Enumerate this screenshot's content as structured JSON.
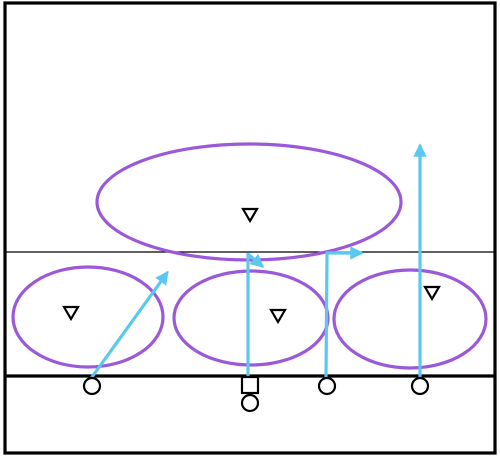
{
  "colors": {
    "zone_outline": "#9b59d9",
    "route": "#5bc8f0",
    "field_line": "#000000",
    "background": "#ffffff"
  },
  "diagram": {
    "kind": "football-play-diagram",
    "defense_zones": [
      {
        "id": "deep-middle",
        "has_defender": true
      },
      {
        "id": "flat-left",
        "has_defender": true
      },
      {
        "id": "hook-middle",
        "has_defender": true
      },
      {
        "id": "flat-right",
        "has_defender": true
      }
    ],
    "offense_players": [
      {
        "id": "receiver-left",
        "shape": "circle",
        "route": "slant"
      },
      {
        "id": "center",
        "shape": "square",
        "route": "vertical-hook"
      },
      {
        "id": "quarterback",
        "shape": "circle",
        "route": "none"
      },
      {
        "id": "receiver-slot",
        "shape": "circle",
        "route": "out"
      },
      {
        "id": "receiver-right",
        "shape": "circle",
        "route": "go"
      }
    ],
    "icons": {
      "defender": "triangle-down-icon",
      "offense_player": "circle-icon",
      "center": "square-icon"
    }
  }
}
